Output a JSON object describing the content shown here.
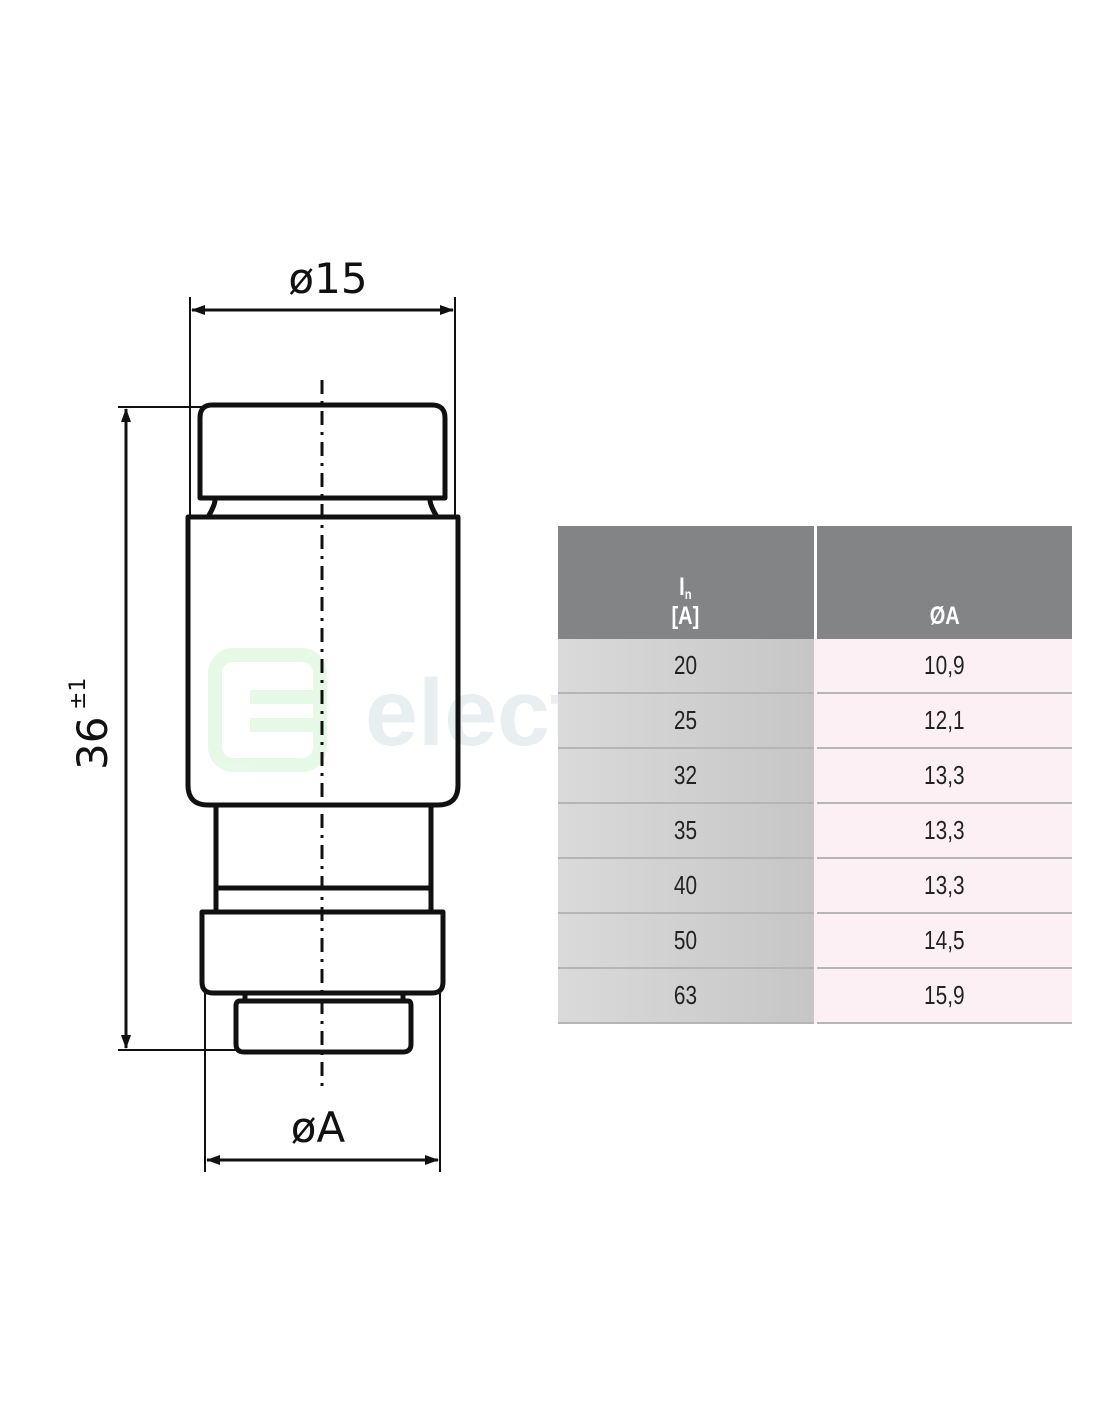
{
  "drawing": {
    "width_label": "ø15",
    "height_label": "36",
    "height_tolerance": "±1",
    "bottom_label": "øA",
    "watermark": "electricon"
  },
  "table": {
    "headers": [
      {
        "symbol": "I",
        "subscript": "n",
        "unit": "[A]"
      },
      {
        "label": "ØA"
      }
    ],
    "rows": [
      [
        "20",
        "10,9"
      ],
      [
        "25",
        "12,1"
      ],
      [
        "32",
        "13,3"
      ],
      [
        "35",
        "13,3"
      ],
      [
        "40",
        "13,3"
      ],
      [
        "50",
        "14,5"
      ],
      [
        "63",
        "15,9"
      ]
    ]
  }
}
